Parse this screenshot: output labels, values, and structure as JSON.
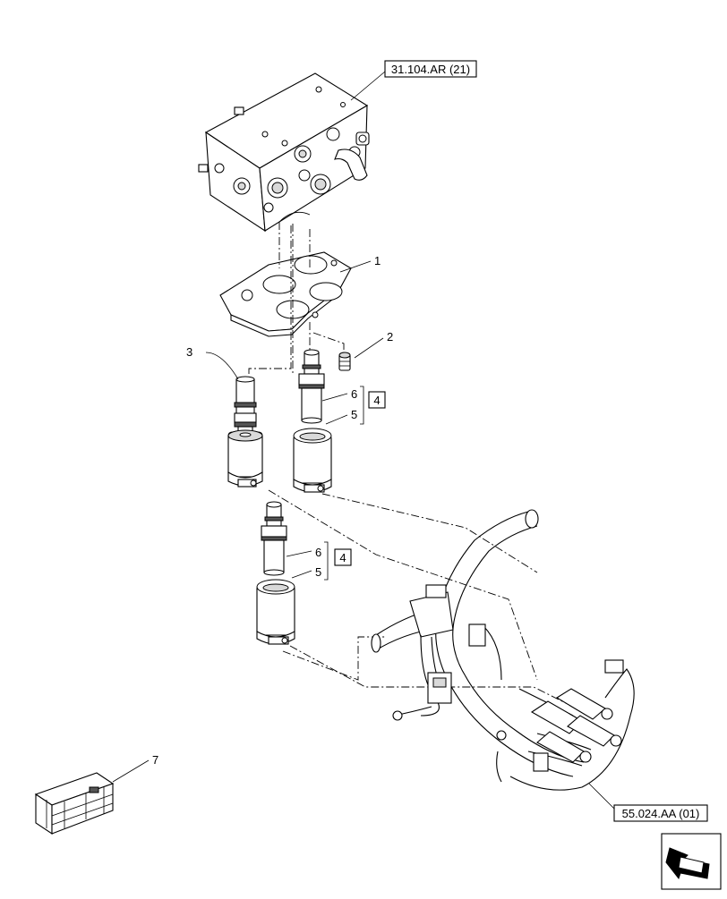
{
  "references": {
    "top_ref": "31.104.AR (21)",
    "bottom_ref": "55.024.AA (01)"
  },
  "callouts": {
    "c1": "1",
    "c2": "2",
    "c3": "3",
    "c4a": "4",
    "c4b": "4",
    "c5a": "5",
    "c5b": "5",
    "c6a": "6",
    "c6b": "6",
    "c7": "7"
  },
  "icons": {
    "direction": "arrow-direction-icon",
    "kit": "crate-kit-icon"
  }
}
